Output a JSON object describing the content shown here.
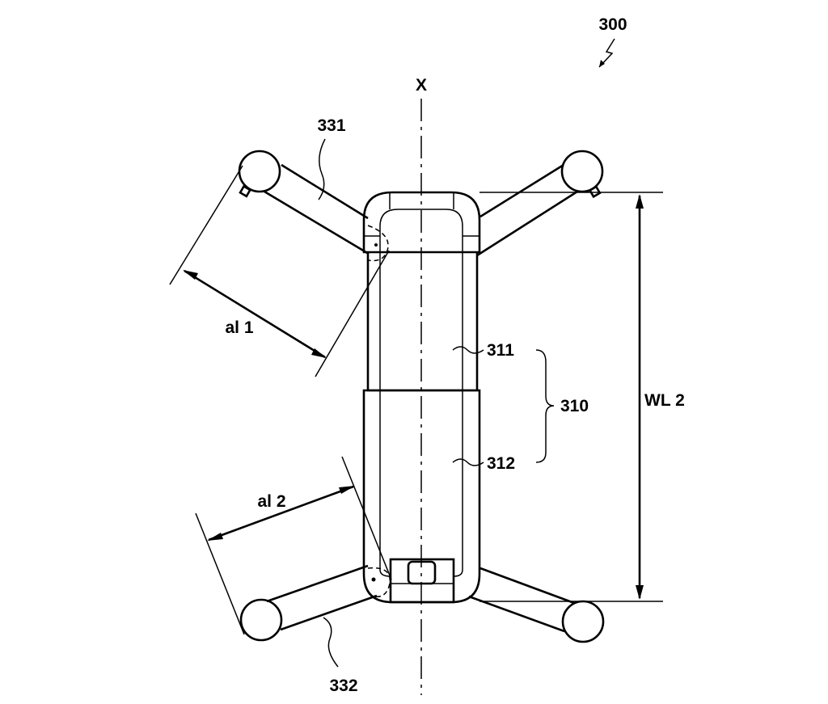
{
  "figure": {
    "reference": "300",
    "axis_label": "X",
    "labels": {
      "arm_top": "331",
      "arm_bottom": "332",
      "body_upper": "311",
      "body_lower": "312",
      "body": "310",
      "wheelbase": "WL 2",
      "arm_length_1": "al 1",
      "arm_length_2": "al 2"
    }
  }
}
